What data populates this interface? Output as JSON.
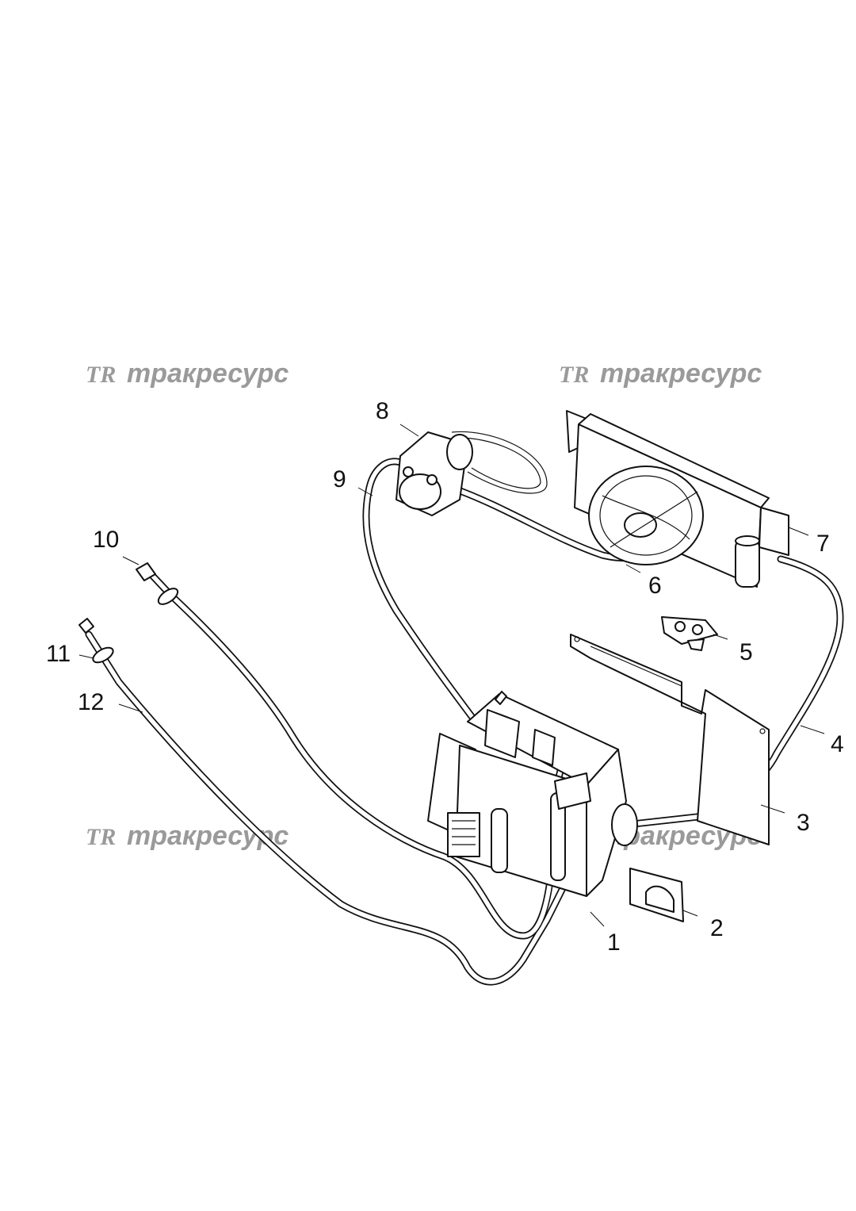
{
  "watermark": {
    "logo": "TR",
    "text": "тракресурс"
  },
  "callouts": [
    {
      "id": "1",
      "label": "1"
    },
    {
      "id": "2",
      "label": "2"
    },
    {
      "id": "3",
      "label": "3"
    },
    {
      "id": "4",
      "label": "4"
    },
    {
      "id": "5",
      "label": "5"
    },
    {
      "id": "6",
      "label": "6"
    },
    {
      "id": "7",
      "label": "7"
    },
    {
      "id": "8",
      "label": "8"
    },
    {
      "id": "9",
      "label": "9"
    },
    {
      "id": "10",
      "label": "10"
    },
    {
      "id": "11",
      "label": "11"
    },
    {
      "id": "12",
      "label": "12"
    }
  ],
  "colors": {
    "line": "#111111",
    "watermark": "#9a9a9a",
    "background": "#ffffff"
  }
}
